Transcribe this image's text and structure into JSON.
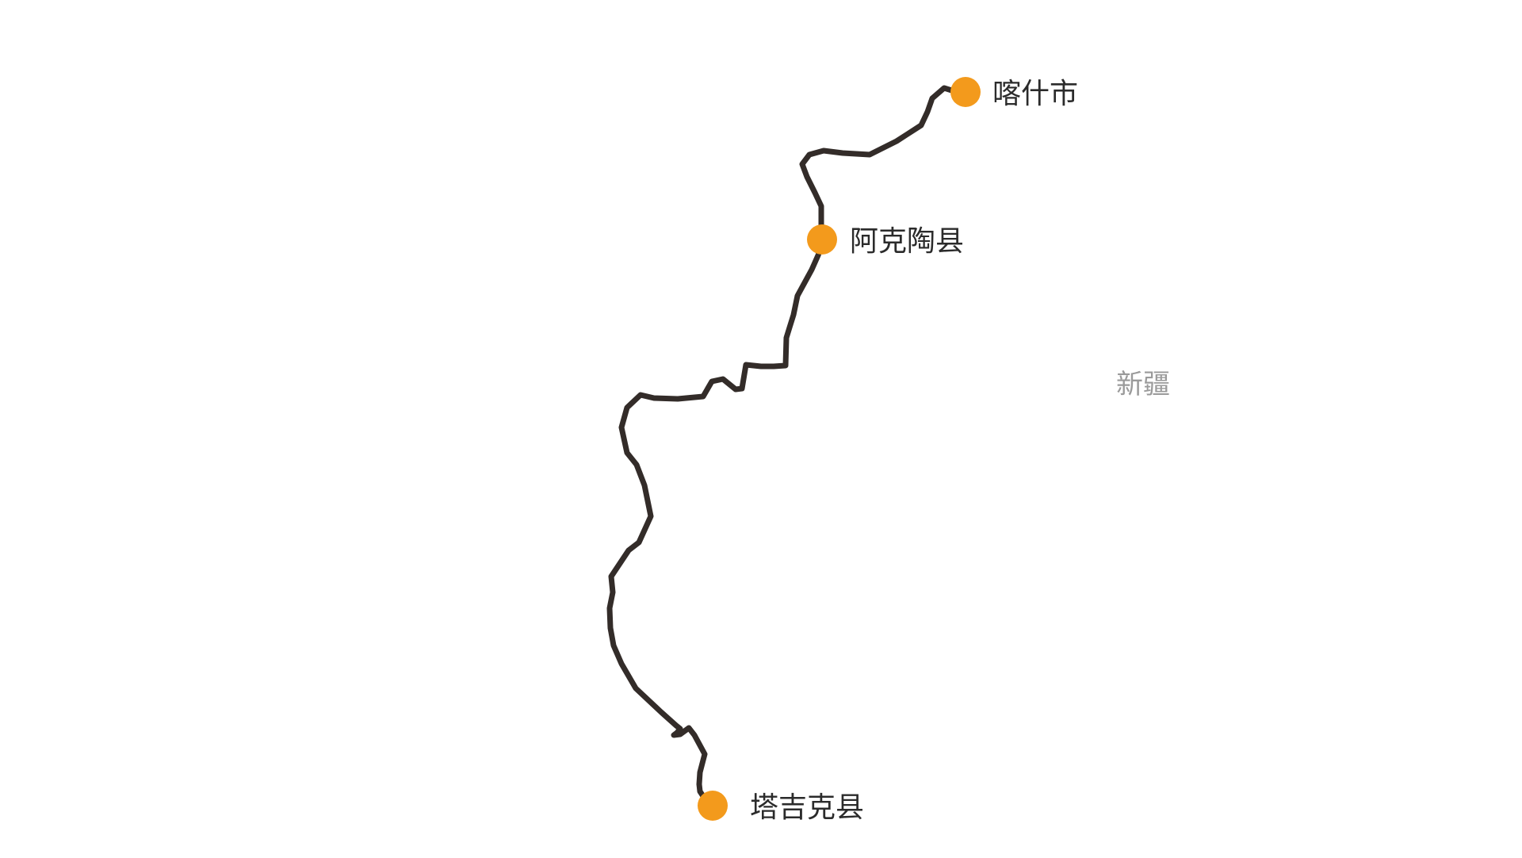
{
  "map": {
    "region_label": "新疆",
    "route_color": "#332c29",
    "marker_color": "#f39a1c",
    "label_color": "#2b2b2b",
    "region_label_color": "#9a9a9a",
    "places": [
      {
        "name": "喀什市",
        "icon": "location-dot-icon"
      },
      {
        "name": "阿克陶县",
        "icon": "location-dot-icon"
      },
      {
        "name": "塔吉克县",
        "icon": "location-dot-icon"
      }
    ]
  }
}
